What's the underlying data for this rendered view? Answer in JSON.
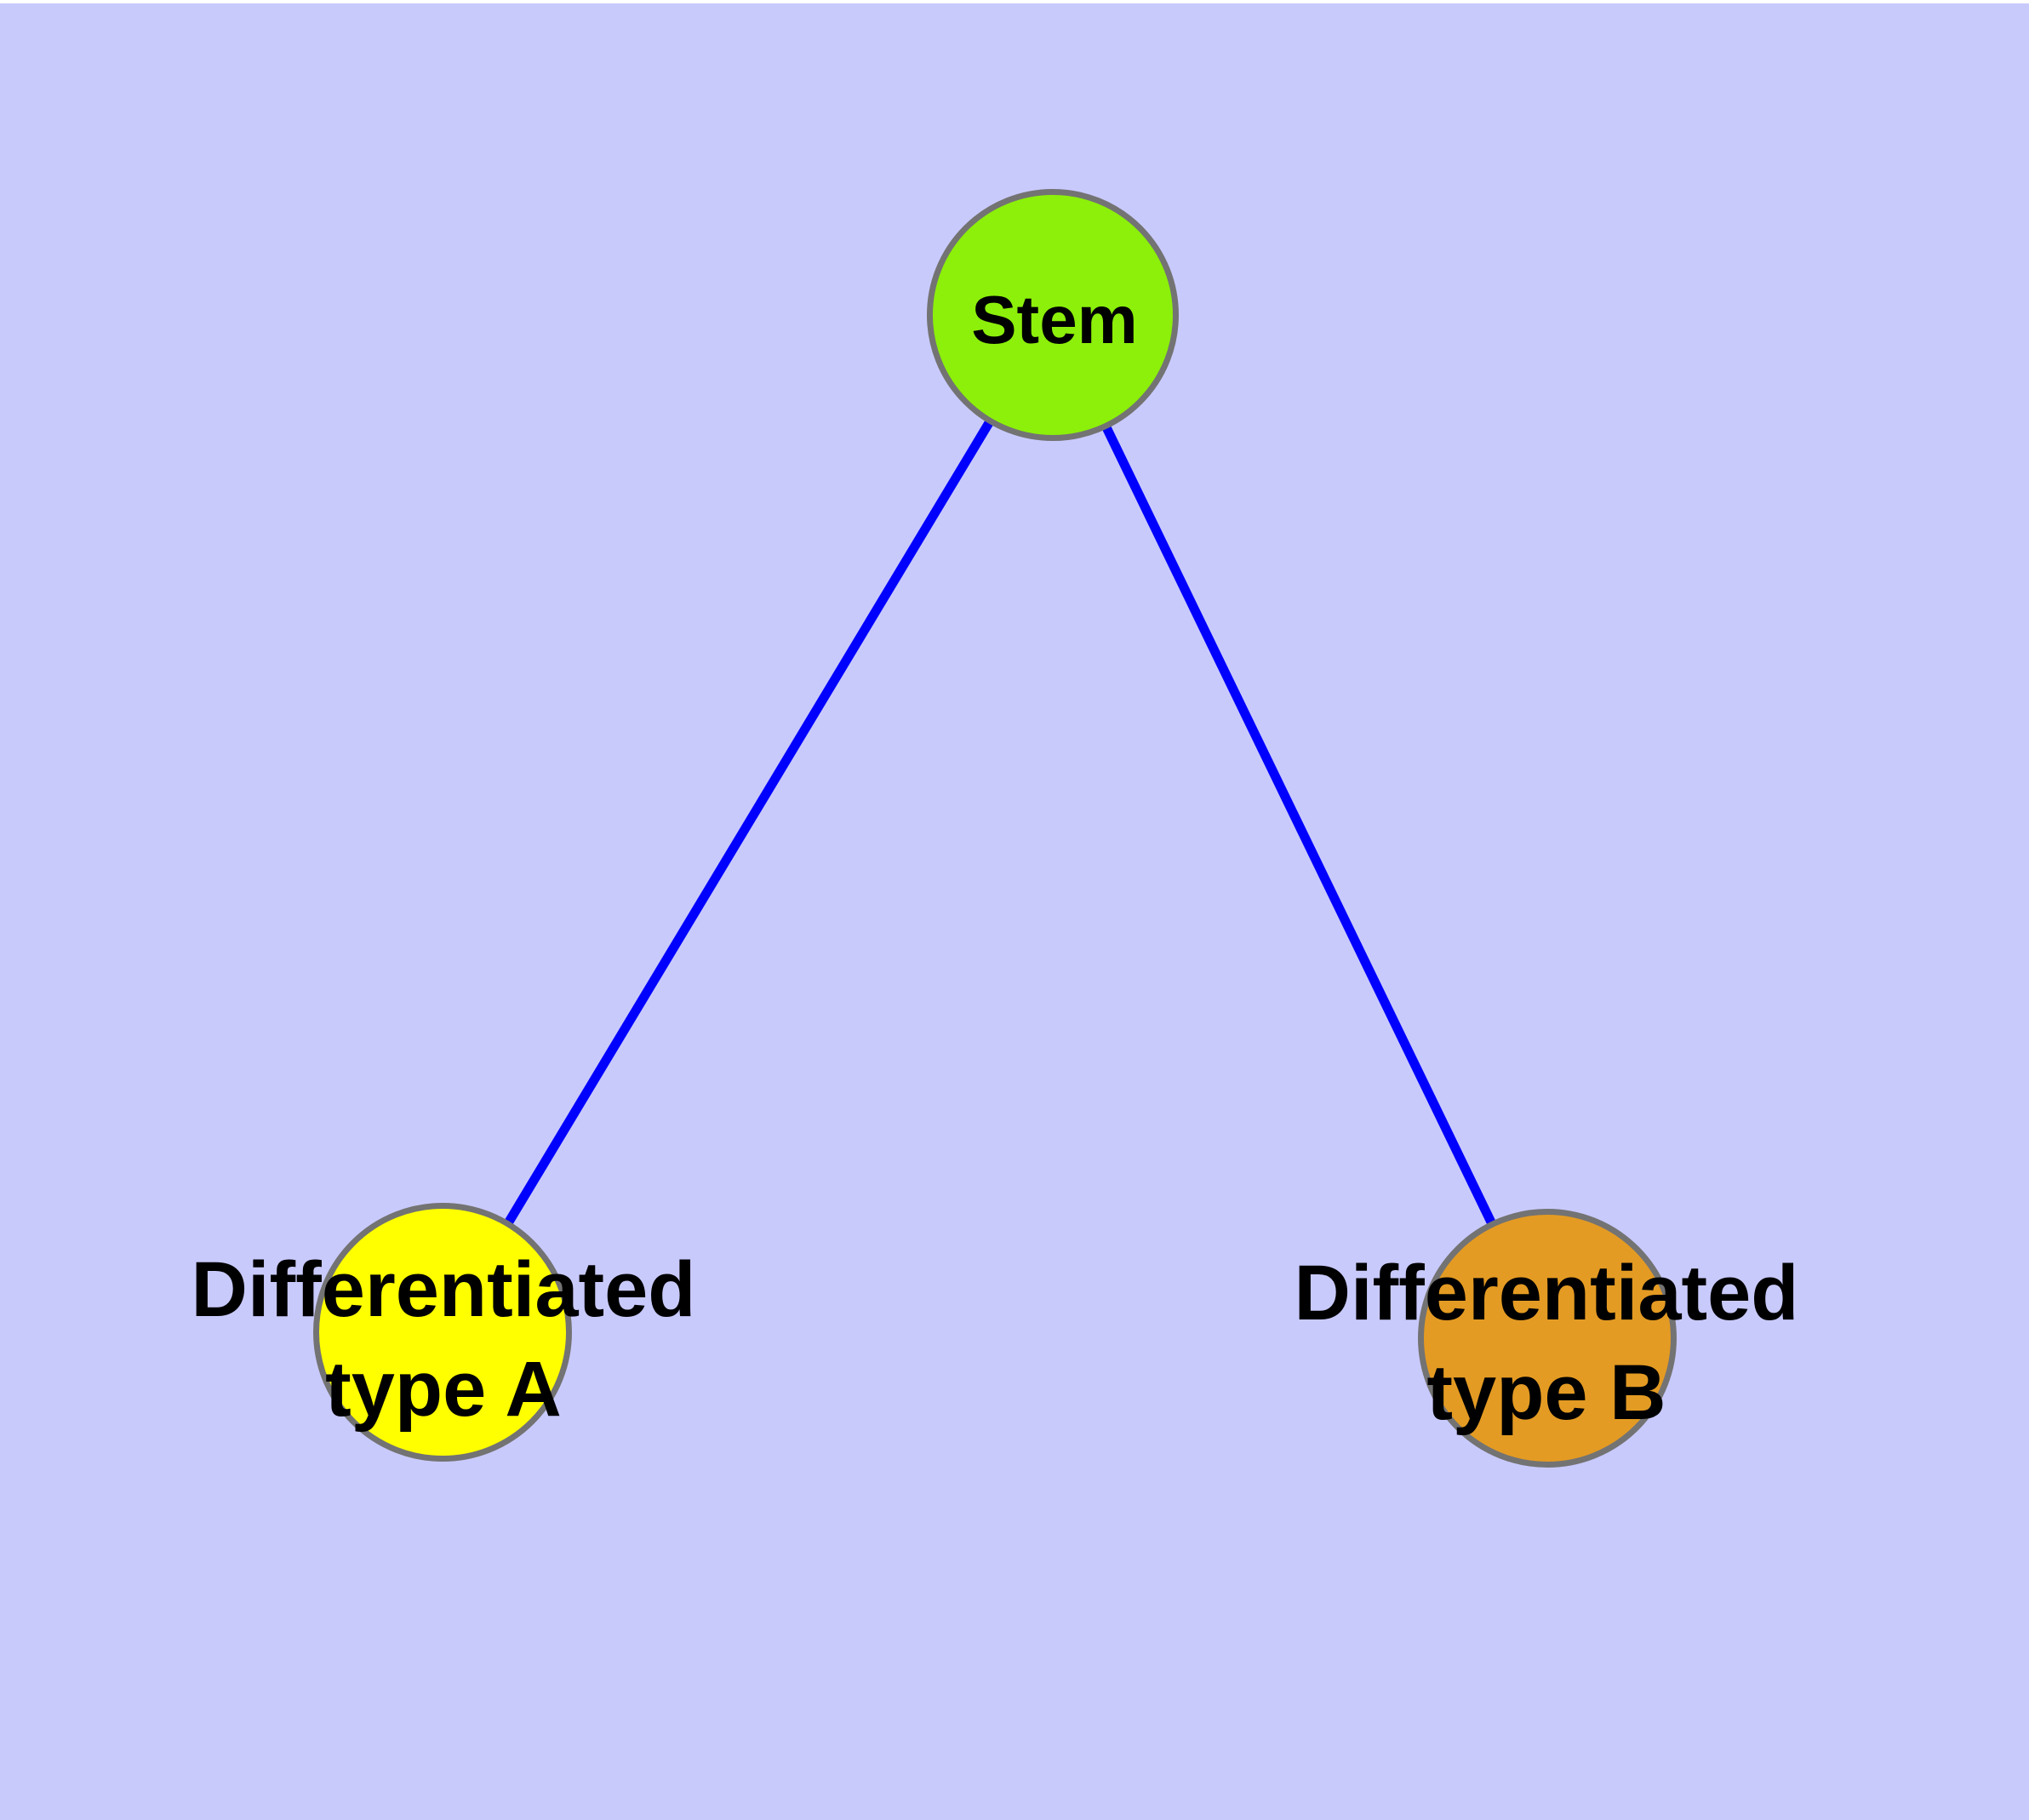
{
  "canvas": {
    "background_color": "#C9CAFC",
    "top_strip_color": "#FFFFFF"
  },
  "diagram": {
    "type": "node-link-graph",
    "description": "Stem cell differentiation graph: a Stem node connected to two differentiated cell-type nodes",
    "nodes": [
      {
        "id": "stem",
        "label": "Stem",
        "fill": "#8CF00A",
        "border_color": "#737373",
        "text_color": "#000000"
      },
      {
        "id": "type-a",
        "label": "Differentiated\ntype A",
        "fill": "#FFFF00",
        "border_color": "#737373",
        "text_color": "#000000"
      },
      {
        "id": "type-b",
        "label": "Differentiated\ntype B",
        "fill": "#E49B23",
        "border_color": "#737373",
        "text_color": "#000000"
      }
    ],
    "edges": [
      {
        "from": "stem",
        "to": "type-a",
        "color": "#0000FF"
      },
      {
        "from": "stem",
        "to": "type-b",
        "color": "#0000FF"
      }
    ]
  }
}
